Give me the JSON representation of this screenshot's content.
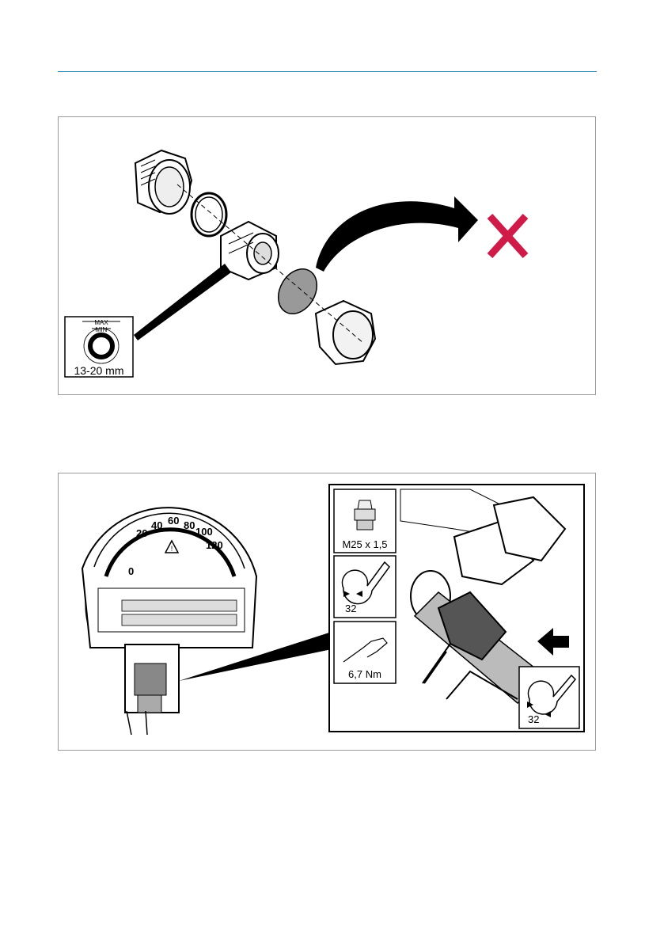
{
  "figure_1": {
    "gauge_max_label": "MAX",
    "gauge_min_label": "MIN",
    "cable_diameter_range": "13-20 mm",
    "icons": [
      "cable-gland-exploded-icon",
      "discard-arrow-icon",
      "red-x-icon",
      "cable-diameter-gauge-icon"
    ],
    "accent_color": "#d01a48"
  },
  "figure_2": {
    "gauge_scale_labels": [
      "0",
      "20",
      "40",
      "60",
      "80",
      "100",
      "120"
    ],
    "gland_thread_label": "M25 x 1,5",
    "wrench_size_label": "32",
    "torque_label": "6,7 Nm",
    "wrench_size_label_2": "32",
    "icons": [
      "instrument-terminal-view-icon",
      "cable-gland-icon",
      "wrench-icon",
      "torque-hand-icon",
      "push-arrow-icon",
      "warning-triangle-icon"
    ]
  },
  "colors": {
    "header_rule": "#1a7fb8",
    "frame_border": "#9a9a9a"
  }
}
